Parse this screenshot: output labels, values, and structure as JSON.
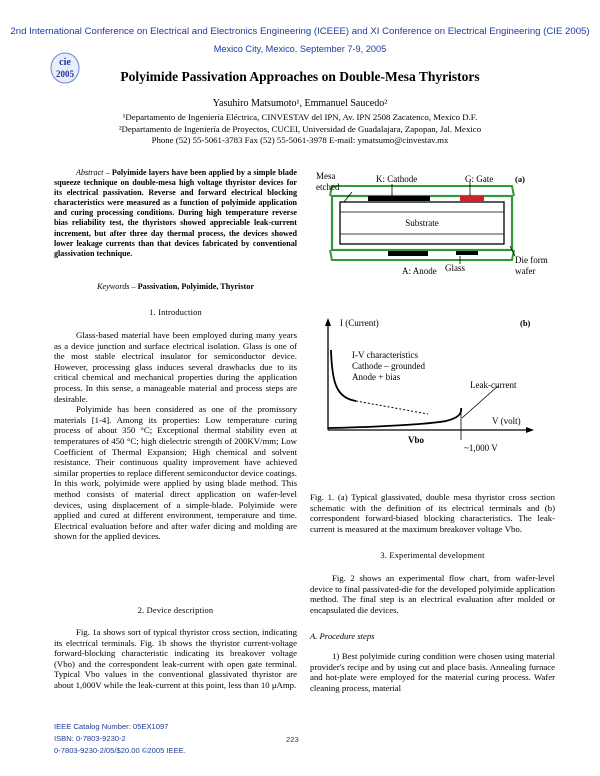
{
  "header": {
    "conference": "2nd International Conference on Electrical and Electronics Engineering (ICEEE) and XI Conference on Electrical Engineering (CIE 2005)",
    "location": "Mexico City, Mexico. September 7-9, 2005",
    "logo_text": "cie 2005"
  },
  "paper": {
    "title": "Polyimide Passivation Approaches on Double-Mesa Thyristors",
    "authors": "Yasuhiro Matsumoto¹, Emmanuel Saucedo²",
    "affiliations": [
      "¹Departamento de Ingeniería Eléctrica, CINVESTAV del IPN, Av. IPN 2508 Zacatenco, Mexico D.F.",
      "²Departamento de Ingeniería de Proyectos, CUCEI, Universidad de Guadalajara, Zapopan, Jal. Mexico",
      "Phone (52) 55-5061-3783 Fax (52) 55-5061-3978 E-mail: ymatsumo@cinvestav.mx"
    ]
  },
  "abstract": {
    "label": "Abstract – ",
    "text": "Polyimide layers have been applied by a simple blade squeeze technique on double-mesa high voltage thyristor devices for its electrical passivation. Reverse and forward electrical blocking characteristics were measured as a function of polyimide application and curing processing conditions. During high temperature reverse bias reliability test, the thyristors showed appreciable leak-current increment, but after three day thermal process, the devices showed lower leakage currents than that devices fabricated by conventional glassivation technique."
  },
  "keywords": {
    "label": "Keywords – ",
    "text": "Passivation, Polyimide, Thyristor"
  },
  "sections": {
    "intro_title": "1. Introduction",
    "intro_p1": "Glass-based material have been employed during many years as a device junction and surface electrical isolation. Glass is one of the most stable electrical insulator for semiconductor device. However, processing glass induces several drawbacks due to its critical chemical and mechanical properties during the application process. In this sense, a manageable material and process steps are desirable.",
    "intro_p2": "Polyimide has been considered as one of the promissory materials [1-4]. Among its properties: Low temperature curing process of about 350 °C; Exceptional thermal stability even at temperatures of 450 °C; high dielectric strength of 200KV/mm; Low Coefficient of Thermal Expansion; High chemical and solvent resistance. Their continuous quality improvement have achieved similar properties to replace different semiconductor device coatings. In this work, polyimide were applied by using blade method. This method consists of material direct application on wafer-level devices, using displacement of a simple-blade. Polyimide were applied and cured at different environment, temperature and time. Electrical evaluation before and after wafer dicing and molding are shown for the applied devices.",
    "device_title": "2. Device description",
    "device_p1": "Fig. 1a shows sort of typical thyristor cross section, indicating its electrical terminals. Fig. 1b shows the thyristor current-voltage forward-blocking characteristic indicating its breakover voltage (Vbo) and the correspondent leak-current with open gate terminal. Typical Vbo values in the conventional glassivated thyristor are about 1,000V while the leak-current at this point, less than 10 μAmp.",
    "caption": "Fig. 1. (a) Typical glassivated, double mesa thyristor cross section schematic with the definition of its electrical terminals and (b) correspondent forward-biased blocking characteristics. The leak-current is measured at the maximum breakover voltage Vbo.",
    "exp_title": "3. Experimental development",
    "exp_p1": "Fig. 2 shows an experimental flow chart, from wafer-level device to final passivated-die for the developed polyimide application method. The final step is an electrical evaluation after molded or encapsulated die devices.",
    "proc_title": "A. Procedure steps",
    "proc_p1": "1) Best polyimide curing condition were chosen using material provider's recipe and by using cut and place basis. Annealing furnace and hot-plate were employed for the material curing process. Wafer cleaning process, material"
  },
  "figure_a": {
    "label": "(a)",
    "mesa_etched": [
      "Mesa",
      "etched"
    ],
    "cathode": "K: Cathode",
    "gate": "G: Gate",
    "substrate": "Substrate",
    "anode": "A: Anode",
    "glass": "Glass",
    "die_form": [
      "Die form",
      "wafer"
    ]
  },
  "figure_b": {
    "label": "(b)",
    "y_axis": "I (Current)",
    "x_axis": "V  (volt)",
    "iv_lines": [
      "I-V characteristics",
      "Cathode – grounded",
      "Anode + bias"
    ],
    "leak": "Leak-current",
    "vbo": "Vbo",
    "approx": "~1,000 V"
  },
  "footer": {
    "catalog": "IEEE Catalog Number: 05EX1097",
    "isbn": "ISBN: 0-7803-9230-2",
    "copyright": "0-7803-9230-2/05/$20.00 ©2005 IEEE.",
    "page": "223"
  },
  "colors": {
    "header_blue": "#1f3a9e",
    "glass_green": "#2e9a3a",
    "gate_red": "#d0202a"
  }
}
